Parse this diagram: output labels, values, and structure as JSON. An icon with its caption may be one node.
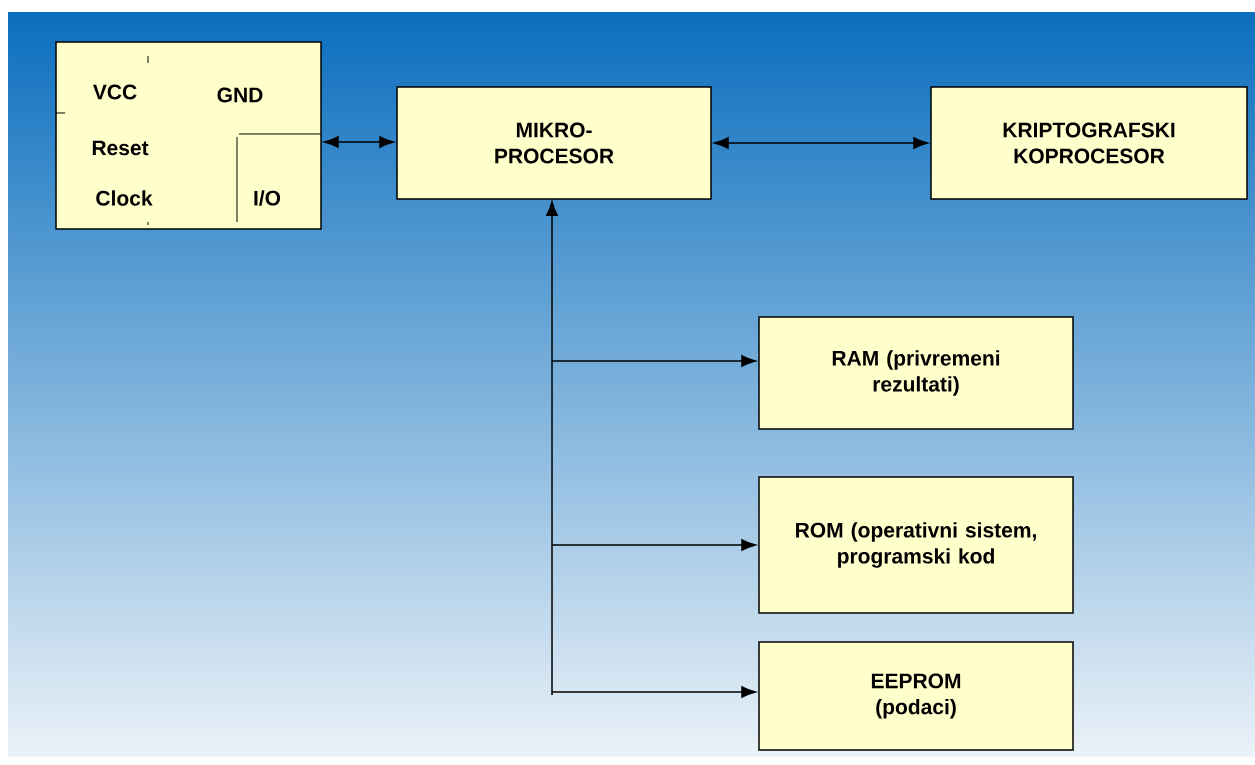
{
  "diagram": {
    "nodes": [
      {
        "text": [
          "VCC",
          "GND",
          "Reset",
          "Clock",
          "I/O"
        ]
      },
      {
        "text": [
          "MIKRO- PROCESOR"
        ]
      },
      {
        "text": [
          "KRIPTOGRAFSKI KOPROCESOR"
        ]
      },
      {
        "text": [
          "RAM (privremeni rezultati)"
        ]
      },
      {
        "text": [
          "ROM (operativni sistem, programski kod"
        ]
      },
      {
        "text": [
          "EEPROM (podaci)"
        ]
      }
    ],
    "edges": [
      {
        "from": 0,
        "to": 1,
        "arrow": "both"
      },
      {
        "from": 1,
        "to": 2,
        "arrow": "both"
      },
      {
        "from": 1,
        "to": 3,
        "arrow": "both"
      },
      {
        "from": 1,
        "to": 4,
        "arrow": "both"
      },
      {
        "from": 1,
        "to": 5,
        "arrow": "both"
      }
    ]
  }
}
